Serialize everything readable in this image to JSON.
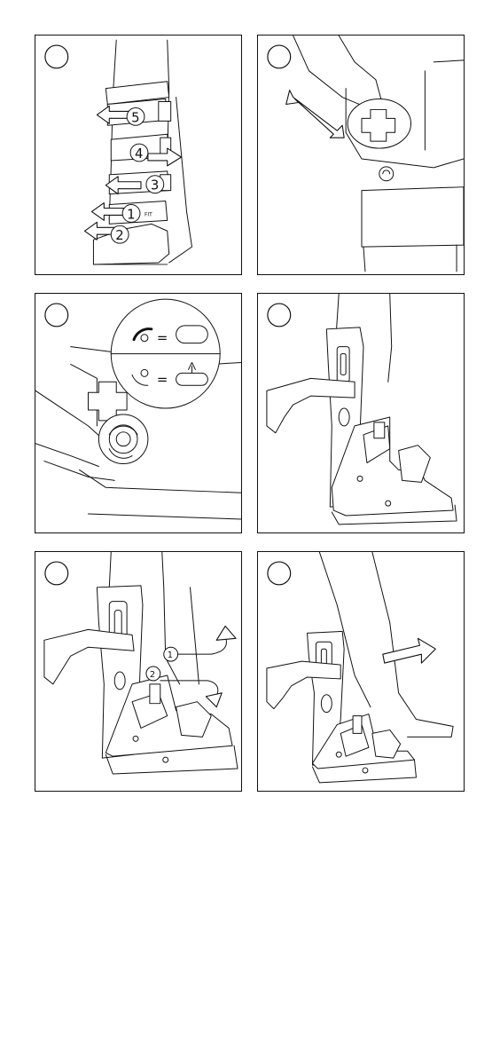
{
  "panels": [
    {
      "id": "p1",
      "callouts": [
        "5",
        "4",
        "3",
        "1",
        "2"
      ],
      "brand_mark": "FIT"
    },
    {
      "id": "p2"
    },
    {
      "id": "p3",
      "legend_equals": [
        "=",
        "="
      ]
    },
    {
      "id": "p4"
    },
    {
      "id": "p5",
      "callouts": [
        "1",
        "2"
      ]
    },
    {
      "id": "p6"
    }
  ]
}
